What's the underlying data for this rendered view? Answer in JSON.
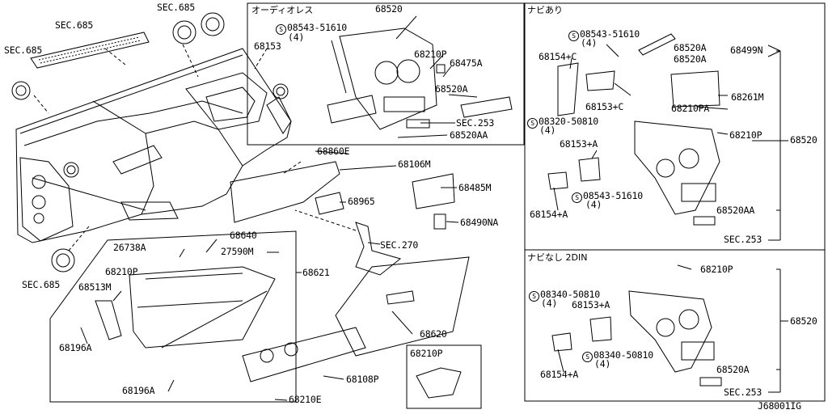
{
  "sections": {
    "audio_less": "オーディオレス",
    "with_navi": "ナビあり",
    "navi_less_2din": "ナビなし 2DIN"
  },
  "labels": {
    "sec685_top": "SEC.685",
    "sec685_a": "SEC.685",
    "sec685_left": "SEC.685",
    "sec685_bottom": "SEC.685",
    "p68520_a": "68520",
    "p08543_51610_a": "08543-51610",
    "qty4_a": "(4)",
    "p68153": "68153",
    "p68210P_a": "68210P",
    "p68475A": "68475A",
    "p68520A_a": "68520A",
    "sec253_a": "SEC.253",
    "p68520AA_a": "68520AA",
    "p68860E": "68860E",
    "p68106M": "68106M",
    "p68965": "68965",
    "p68485M": "68485M",
    "p68490NA": "68490NA",
    "p26738A": "26738A",
    "p68640": "68640",
    "p27590M": "27590M",
    "sec270": "SEC.270",
    "p68621": "68621",
    "p68210P_b": "68210P",
    "p68513M": "68513M",
    "p68196A_a": "68196A",
    "p68196A_b": "68196A",
    "p68620": "68620",
    "p68210P_box": "68210P",
    "p68108P": "68108P",
    "p68210E": "68210E",
    "n_08543_51610_a": "08543-51610",
    "n_qty4_a": "(4)",
    "n_68154C": "68154+C",
    "n_68153C": "68153+C",
    "n_08320_50810": "08320-50810",
    "n_qty4_b": "(4)",
    "n_68520A_1": "68520A",
    "n_68520A_2": "68520A",
    "n_68499N": "68499N",
    "n_68261M": "68261M",
    "n_68210PA": "68210PA",
    "n_68210P": "68210P",
    "n_68520": "68520",
    "n_68153A": "68153+A",
    "n_08543_51610_b": "08543-51610",
    "n_qty4_c": "(4)",
    "n_68154A": "68154+A",
    "n_68520AA": "68520AA",
    "n_sec253": "SEC.253",
    "d_68210P": "68210P",
    "d_08340_50810_a": "08340-50810",
    "d_qty4_a": "(4)",
    "d_68153A": "68153+A",
    "d_68520": "68520",
    "d_08340_50810_b": "08340-50810",
    "d_qty4_b": "(4)",
    "d_68154A": "68154+A",
    "d_68520A": "68520A",
    "d_sec253": "SEC.253",
    "diagram_code": "J68001IG"
  },
  "circle_mark": "S"
}
